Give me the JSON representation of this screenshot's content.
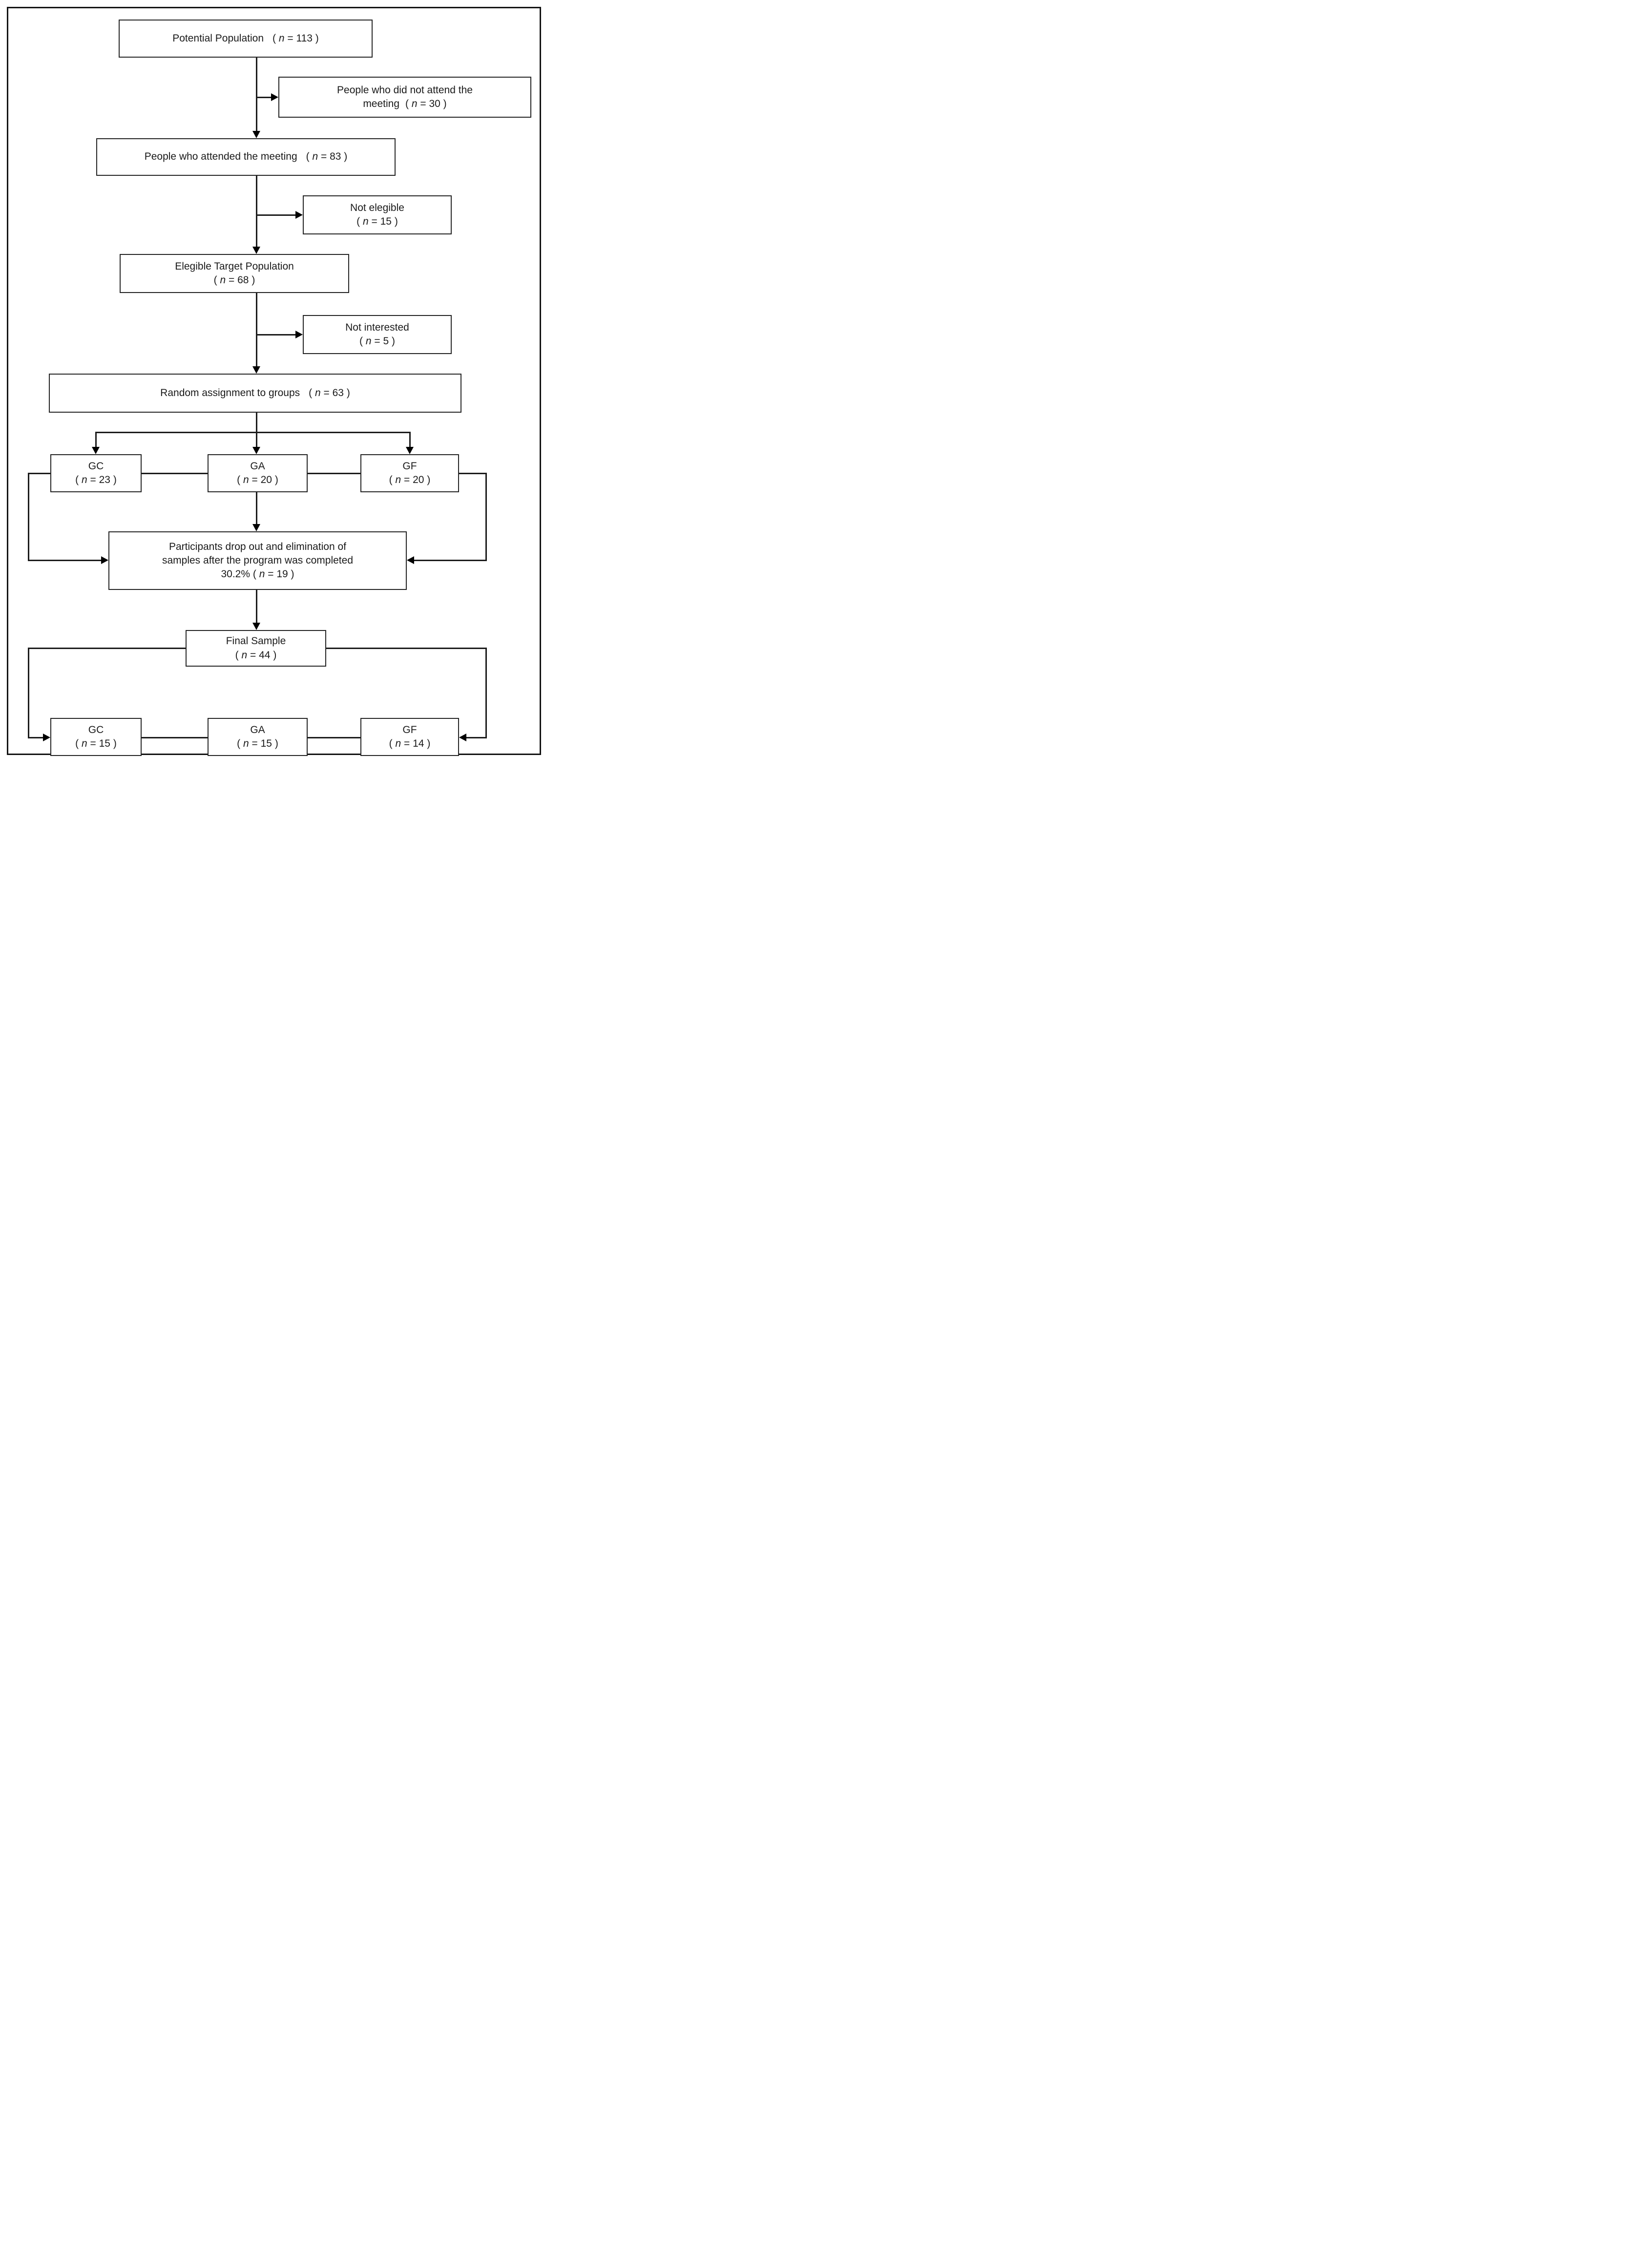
{
  "symbols": {
    "open_paren": "( ",
    "n": "n"
  },
  "boxes": {
    "potential": {
      "title": "Potential Population",
      "n_rest": " = 113 )"
    },
    "no_attend": {
      "line1": "People who did not attend the",
      "line2": "meeting",
      "n_rest": " = 30 )"
    },
    "attended": {
      "title": "People who attended the meeting",
      "n_rest": " = 83 )"
    },
    "not_elegible": {
      "title": "Not elegible",
      "n_rest": " = 15 )"
    },
    "elegible": {
      "title": "Elegible Target Population",
      "n_rest": " = 68 )"
    },
    "not_interested": {
      "title": "Not interested",
      "n_rest": " = 5 )"
    },
    "random": {
      "title": "Random assignment to groups",
      "n_rest": " = 63 )"
    },
    "gc1": {
      "title": "GC",
      "n_rest": " = 23 )"
    },
    "ga1": {
      "title": "GA",
      "n_rest": " = 20 )"
    },
    "gf1": {
      "title": "GF",
      "n_rest": " = 20 )"
    },
    "dropout": {
      "line1": "Participants drop out and elimination of",
      "line2": "samples after the program was completed",
      "line3_prefix": "30.2% ",
      "n_rest": " = 19 )"
    },
    "final": {
      "title": "Final Sample",
      "n_rest": " = 44 )"
    },
    "gc2": {
      "title": "GC",
      "n_rest": " = 15 )"
    },
    "ga2": {
      "title": "GA",
      "n_rest": " = 15 )"
    },
    "gf2": {
      "title": "GF",
      "n_rest": " = 14 )"
    }
  },
  "style": {
    "line_color": "#1c1c1c",
    "border_color": "#141414",
    "background": "#ffffff"
  }
}
